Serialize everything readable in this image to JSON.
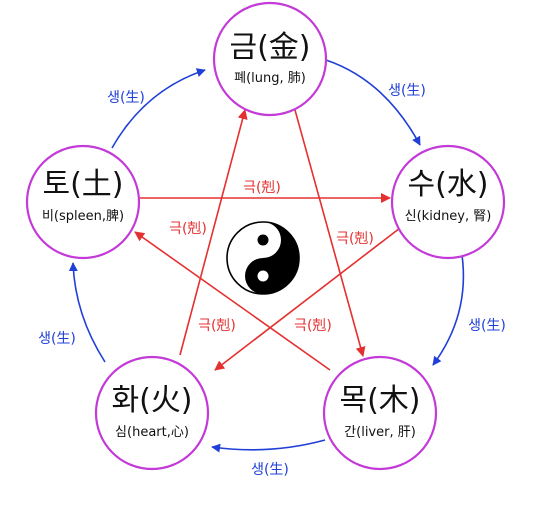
{
  "elements": {
    "metal": {
      "title": "금(金)",
      "subtitle": "폐(lung, 肺)"
    },
    "water": {
      "title": "수(水)",
      "subtitle": "신(kidney, 腎)"
    },
    "wood": {
      "title": "목(木)",
      "subtitle": "간(liver, 肝)"
    },
    "fire": {
      "title": "화(火)",
      "subtitle": "심(heart,心)"
    },
    "earth": {
      "title": "토(土)",
      "subtitle": "비(spleen,脾)"
    }
  },
  "generating_label": "생(生)",
  "controlling_label": "극(剋)",
  "colors": {
    "circle_stroke": "#c33ad8",
    "generating": "#1f3fd6",
    "controlling": "#e53030",
    "label_generating": "#1f3fd6",
    "label_controlling": "#e53030"
  },
  "center_icon": "yin-yang-icon"
}
